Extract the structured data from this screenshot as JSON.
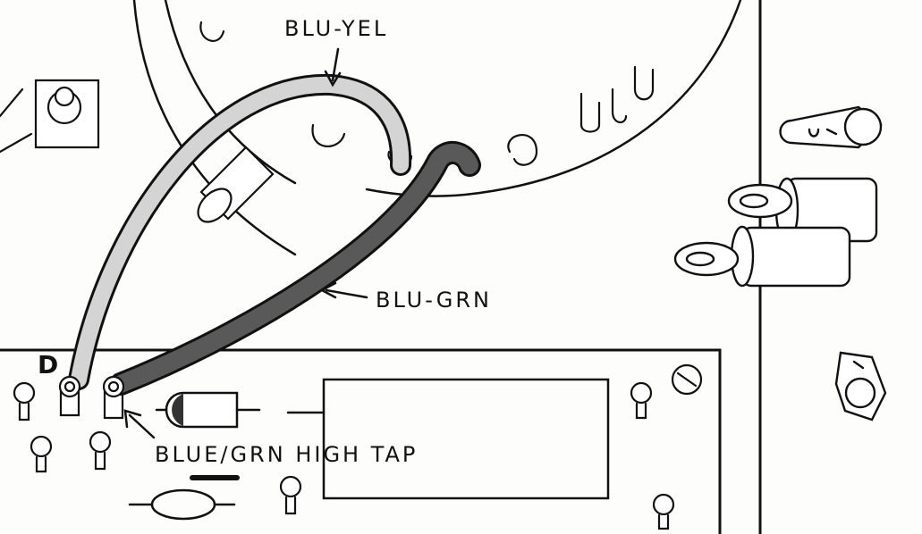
{
  "labels": {
    "wire_top": "BLU-YEL",
    "wire_mid": "BLU-GRN",
    "tap": "BLUE/GRN HIGH TAP",
    "board_letter": "D"
  },
  "colors": {
    "light_wire": "#d4d4d4",
    "dark_wire": "#595959",
    "ink": "#111111",
    "paper": "#fdfdfb"
  }
}
